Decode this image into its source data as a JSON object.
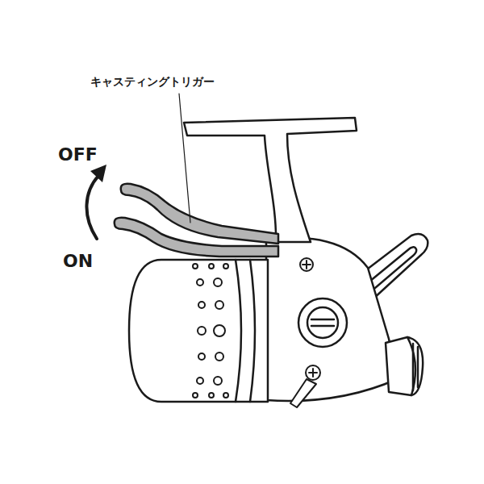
{
  "diagram": {
    "labels": [
      "キャスティングトリガー",
      "OFF",
      "ON"
    ]
  }
}
